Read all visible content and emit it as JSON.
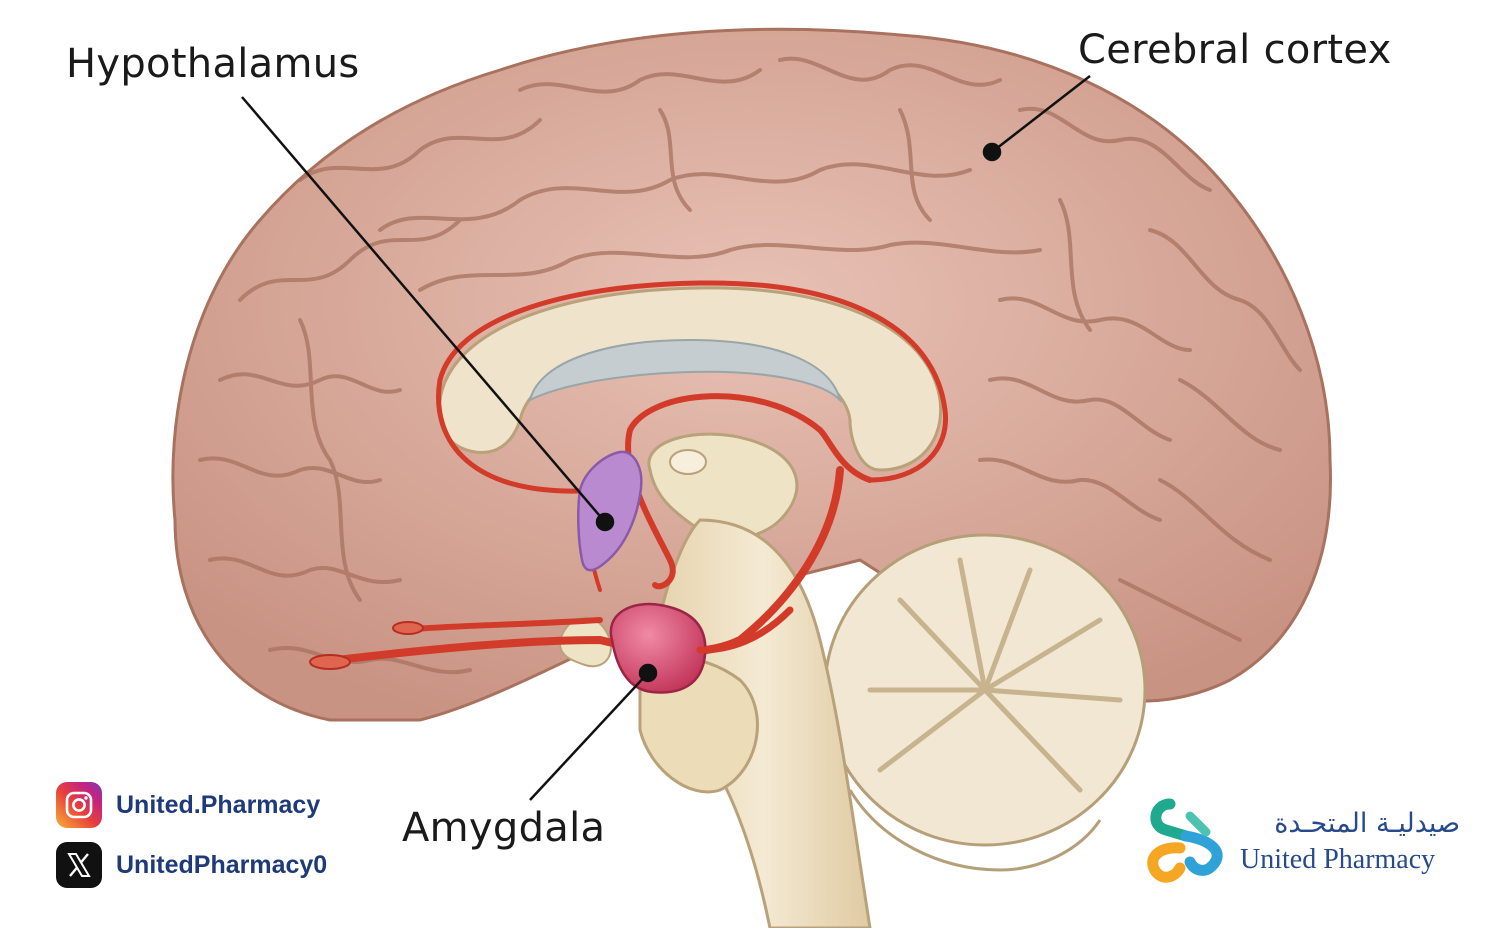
{
  "labels": {
    "hypothalamus": "Hypothalamus",
    "cerebral_cortex": "Cerebral cortex",
    "amygdala": "Amygdala"
  },
  "social": {
    "instagram": {
      "icon": "instagram-icon",
      "handle": "United.Pharmacy"
    },
    "x": {
      "icon": "x-icon",
      "handle": "UnitedPharmacy0"
    }
  },
  "brand": {
    "name_ar": "صيدليـة المتحـدة",
    "name_en": "United Pharmacy",
    "logo": "united-pharmacy-logo"
  },
  "colors": {
    "cortex": "#d9a99a",
    "corpus_callosum": "#efe3cc",
    "brainstem": "#eee0bf",
    "tract": "#d23b2a",
    "hypothalamus": "#b98ad0",
    "amygdala": "#d94a6e",
    "cerebellum": "#f1e7d3",
    "brand_blue": "#264a8c"
  }
}
